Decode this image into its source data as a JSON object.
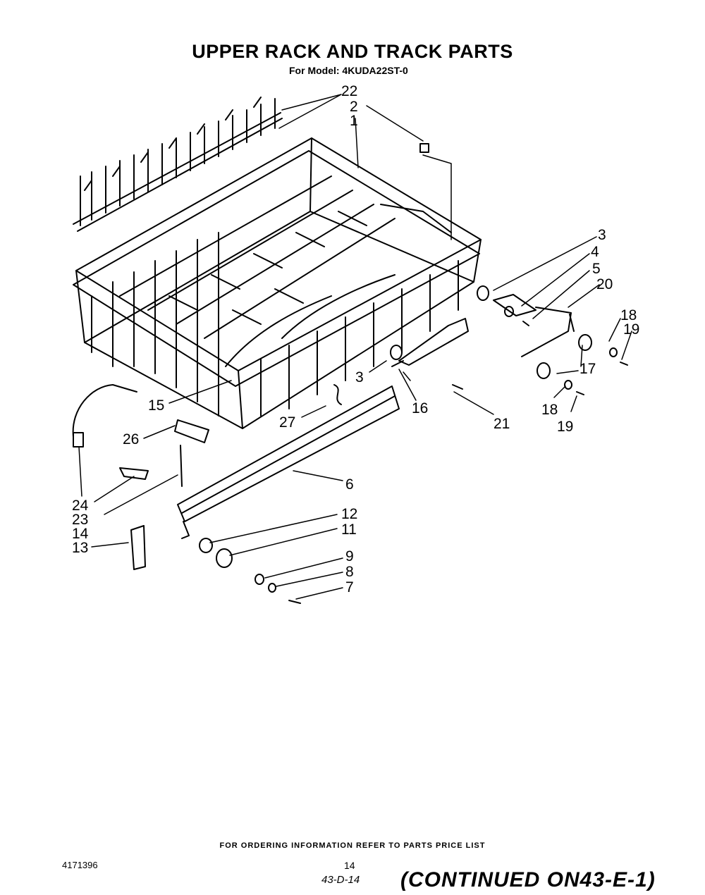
{
  "title": "UPPER RACK AND TRACK PARTS",
  "subtitle": "For Model: 4KUDA22ST-0",
  "callouts": {
    "c1": "1",
    "c2": "2",
    "c3a": "3",
    "c3b": "3",
    "c4": "4",
    "c5": "5",
    "c6": "6",
    "c7": "7",
    "c8": "8",
    "c9": "9",
    "c11": "11",
    "c12": "12",
    "c13": "13",
    "c14": "14",
    "c15": "15",
    "c16": "16",
    "c17": "17",
    "c18a": "18",
    "c18b": "18",
    "c19a": "19",
    "c19b": "19",
    "c20": "20",
    "c21": "21",
    "c22": "22",
    "c23": "23",
    "c24": "24",
    "c26": "26",
    "c27": "27"
  },
  "footer": {
    "ordering_note": "FOR ORDERING INFORMATION REFER TO PARTS PRICE LIST",
    "doc_code": "4171396",
    "page_number": "14",
    "handwritten_code": "43-D-14",
    "continued": "(CONTINUED ON43-E-1)"
  }
}
